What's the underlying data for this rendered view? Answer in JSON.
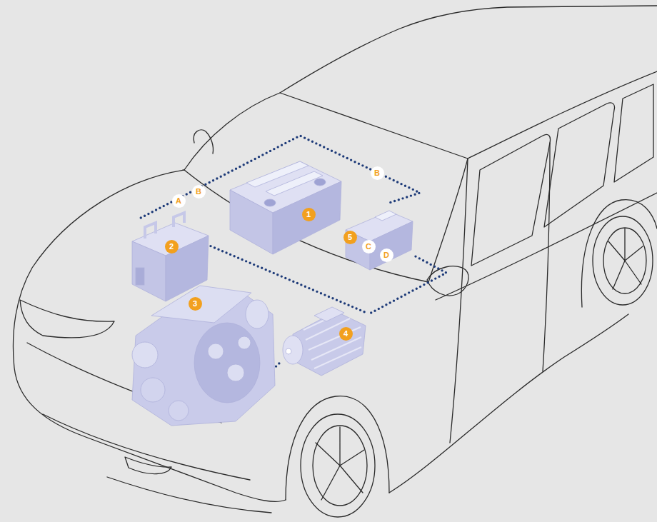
{
  "diagram": {
    "nodes": [
      {
        "text": [
          "1"
        ]
      },
      {
        "text": [
          "2"
        ]
      },
      {
        "text": [
          "3"
        ]
      },
      {
        "text": [
          "4"
        ]
      },
      {
        "text": [
          "5"
        ]
      }
    ],
    "edges": [
      {
        "from": 1,
        "to": 4,
        "arrow": "none"
      },
      {
        "from": 1,
        "to": 3,
        "arrow": "none"
      },
      {
        "from": 4,
        "to": 3,
        "arrow": "none"
      },
      {
        "from": 2,
        "to": 3,
        "arrow": "none"
      }
    ],
    "labels": [
      "A",
      "B",
      "B",
      "C",
      "D"
    ]
  }
}
